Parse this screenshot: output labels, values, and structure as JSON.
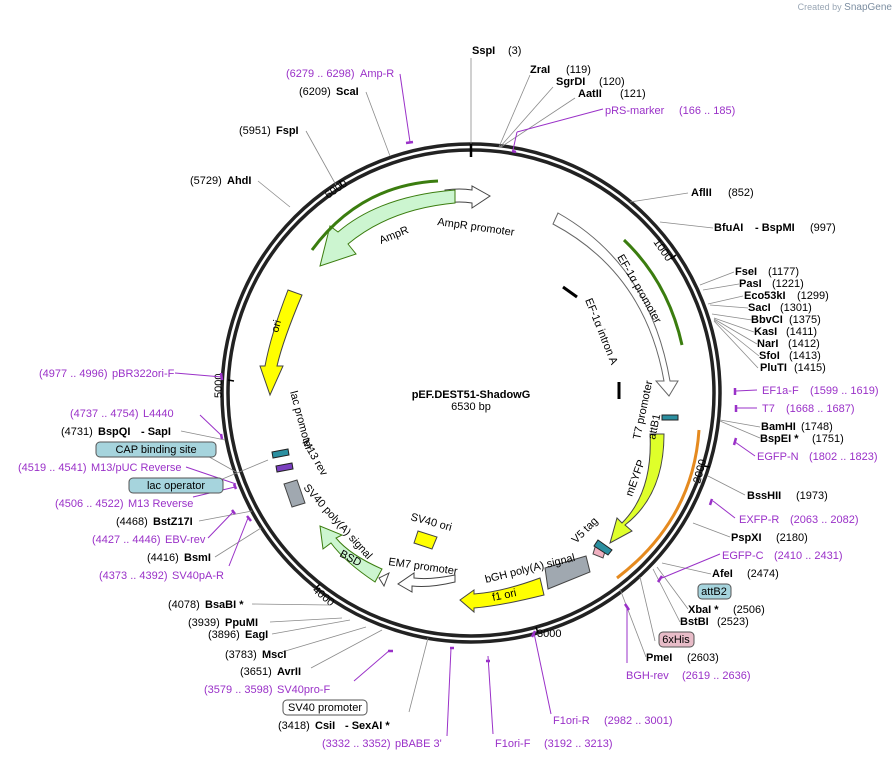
{
  "branding": {
    "created_by": "Created by",
    "name": "SnapGene"
  },
  "plasmid": {
    "name": "pEF.DEST51-ShadowG",
    "size": "6530 bp"
  },
  "ticks": [
    "1000",
    "2000",
    "3000",
    "4000",
    "5000",
    "6000"
  ],
  "enzymes": {
    "SspI": {
      "name": "SspI",
      "pos": "(3)"
    },
    "ZraI": {
      "name": "ZraI",
      "pos": "(119)"
    },
    "SgrDI": {
      "name": "SgrDI",
      "pos": "(120)"
    },
    "AatII": {
      "name": "AatII",
      "pos": "(121)"
    },
    "AflII": {
      "name": "AflII",
      "pos": "(852)"
    },
    "BfuAI": {
      "name": "BfuAI",
      "name2": "- BspMI",
      "pos": "(997)"
    },
    "FseI": {
      "name": "FseI",
      "pos": "(1177)"
    },
    "PasI": {
      "name": "PasI",
      "pos": "(1221)"
    },
    "Eco53kI": {
      "name": "Eco53kI",
      "pos": "(1299)"
    },
    "SacI": {
      "name": "SacI",
      "pos": "(1301)"
    },
    "BbvCI": {
      "name": "BbvCI",
      "pos": "(1375)"
    },
    "KasI": {
      "name": "KasI",
      "pos": "(1411)"
    },
    "NarI": {
      "name": "NarI",
      "pos": "(1412)"
    },
    "SfoI": {
      "name": "SfoI",
      "pos": "(1413)"
    },
    "PluTI": {
      "name": "PluTI",
      "pos": "(1415)"
    },
    "BamHI": {
      "name": "BamHI",
      "pos": "(1748)"
    },
    "BspEI": {
      "name": "BspEI *",
      "pos": "(1751)"
    },
    "BssHII": {
      "name": "BssHII",
      "pos": "(1973)"
    },
    "PspXI": {
      "name": "PspXI",
      "pos": "(2180)"
    },
    "AfeI": {
      "name": "AfeI",
      "pos": "(2474)"
    },
    "XbaI": {
      "name": "XbaI *",
      "pos": "(2506)"
    },
    "BstBI": {
      "name": "BstBI",
      "pos": "(2523)"
    },
    "PmeI": {
      "name": "PmeI",
      "pos": "(2603)"
    },
    "CsiI": {
      "name": "CsiI",
      "name2": "- SexAI *",
      "pos": "(3418)"
    },
    "AvrII": {
      "name": "AvrII",
      "pos": "(3651)"
    },
    "MscI": {
      "name": "MscI",
      "pos": "(3783)"
    },
    "EagI": {
      "name": "EagI",
      "pos": "(3896)"
    },
    "PpuMI": {
      "name": "PpuMI",
      "pos": "(3939)"
    },
    "BsaBI": {
      "name": "BsaBI *",
      "pos": "(4078)"
    },
    "BsmI": {
      "name": "BsmI",
      "pos": "(4416)"
    },
    "BstZ17I": {
      "name": "BstZ17I",
      "pos": "(4468)"
    },
    "BspQI": {
      "name": "BspQI",
      "name2": "- SapI",
      "pos": "(4731)"
    },
    "AhdI": {
      "name": "AhdI",
      "pos": "(5729)"
    },
    "FspI": {
      "name": "FspI",
      "pos": "(5951)"
    },
    "ScaI": {
      "name": "ScaI",
      "pos": "(6209)"
    }
  },
  "primers": {
    "AmpR": {
      "name": "Amp-R",
      "range": "(6279 .. 6298)"
    },
    "pRS": {
      "name": "pRS-marker",
      "range": "(166 .. 185)"
    },
    "EF1aF": {
      "name": "EF1a-F",
      "range": "(1599 .. 1619)"
    },
    "T7": {
      "name": "T7",
      "range": "(1668 .. 1687)"
    },
    "EGFPN": {
      "name": "EGFP-N",
      "range": "(1802 .. 1823)"
    },
    "EXFPR": {
      "name": "EXFP-R",
      "range": "(2063 .. 2082)"
    },
    "EGFPC": {
      "name": "EGFP-C",
      "range": "(2410 .. 2431)"
    },
    "BGHrev": {
      "name": "BGH-rev",
      "range": "(2619 .. 2636)"
    },
    "F1oriR": {
      "name": "F1ori-R",
      "range": "(2982 .. 3001)"
    },
    "F1oriF": {
      "name": "F1ori-F",
      "range": "(3192 .. 3213)"
    },
    "pBABE": {
      "name": "pBABE 3'",
      "range": "(3332 .. 3352)"
    },
    "SV40pro": {
      "name": "SV40pro-F",
      "range": "(3579 .. 3598)"
    },
    "SV40pA": {
      "name": "SV40pA-R",
      "range": "(4373 .. 4392)"
    },
    "EBV": {
      "name": "EBV-rev",
      "range": "(4427 .. 4446)"
    },
    "M13R": {
      "name": "M13 Reverse",
      "range": "(4506 .. 4522)"
    },
    "M13pUC": {
      "name": "M13/pUC Reverse",
      "range": "(4519 .. 4541)"
    },
    "L4440": {
      "name": "L4440",
      "range": "(4737 .. 4754)"
    },
    "pBR322": {
      "name": "pBR322ori-F",
      "range": "(4977 .. 4996)"
    }
  },
  "boxes": {
    "cap": "CAP binding site",
    "lacop": "lac operator",
    "attB2": "attB2",
    "his": "6xHis",
    "sv40pro": "SV40 promoter"
  },
  "features": {
    "ampr": "AmpR",
    "ampr_promoter": "AmpR promoter",
    "ef1a_promoter": "EF-1α promoter",
    "ef1a_intron": "EF-1α intron A",
    "t7_promoter": "T7 promoter",
    "attb1": "attB1",
    "mefp": "mEYFP",
    "v5": "V5 tag",
    "bgh": "bGH poly(A) signal",
    "f1ori": "f1 ori",
    "em7": "EM7 promoter",
    "bsd": "BSD",
    "sv40ori": "SV40 ori",
    "sv40pa": "SV40 poly(A) signal",
    "m13rev": "M13 rev",
    "lac_promoter": "lac promoter",
    "ori": "ori"
  },
  "colors": {
    "primer": "#9a31c8",
    "green": "#3b7d0f",
    "orange": "#e58a1f",
    "yellow": "#ffff00"
  }
}
